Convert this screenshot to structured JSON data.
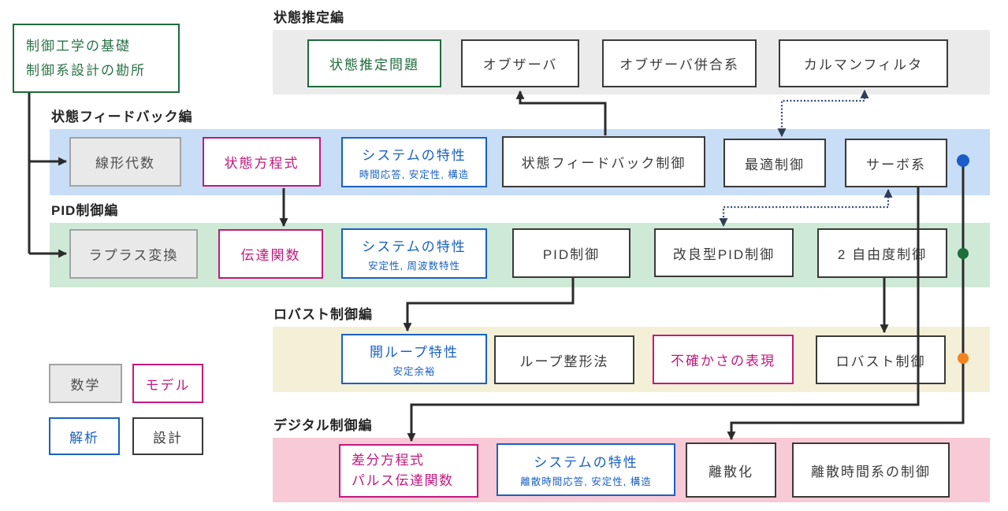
{
  "root_box": {
    "line1": "制御工学の基礎",
    "line2": "制御系設計の勘所"
  },
  "sections": [
    {
      "heading": "状態推定編",
      "band_color": "#ebebeb",
      "boxes": [
        {
          "label": "状態推定問題",
          "type": "basis"
        },
        {
          "label": "オブザーバ",
          "type": "design"
        },
        {
          "label": "オブザーバ併合系",
          "type": "design"
        },
        {
          "label": "カルマンフィルタ",
          "type": "design"
        }
      ]
    },
    {
      "heading": "状態フィードバック編",
      "band_color": "#c8ddf6",
      "boxes": [
        {
          "label": "線形代数",
          "type": "math"
        },
        {
          "label": "状態方程式",
          "type": "model"
        },
        {
          "label": "システムの特性",
          "sub": "時間応答, 安定性, 構造",
          "type": "analysis"
        },
        {
          "label": "状態フィードバック制御",
          "type": "design"
        },
        {
          "label": "最適制御",
          "type": "design"
        },
        {
          "label": "サーボ系",
          "type": "design"
        }
      ]
    },
    {
      "heading": "PID制御編",
      "band_color": "#cfe9d7",
      "boxes": [
        {
          "label": "ラプラス変換",
          "type": "math"
        },
        {
          "label": "伝達関数",
          "type": "model"
        },
        {
          "label": "システムの特性",
          "sub": "安定性, 周波数特性",
          "type": "analysis"
        },
        {
          "label": "PID制御",
          "type": "design"
        },
        {
          "label": "改良型PID制御",
          "type": "design"
        },
        {
          "label": "2 自由度制御",
          "type": "design"
        }
      ]
    },
    {
      "heading": "ロバスト制御編",
      "band_color": "#f4efd7",
      "boxes": [
        {
          "label": "開ループ特性",
          "sub": "安定余裕",
          "type": "analysis"
        },
        {
          "label": "ループ整形法",
          "type": "design"
        },
        {
          "label": "不確かさの表現",
          "type": "model"
        },
        {
          "label": "ロバスト制御",
          "type": "design"
        }
      ]
    },
    {
      "heading": "デジタル制御編",
      "band_color": "#f8cad7",
      "boxes": [
        {
          "label": "差分方程式",
          "label2": "パルス伝達関数",
          "type": "model"
        },
        {
          "label": "システムの特性",
          "sub": "離散時間応答, 安定性, 構造",
          "type": "analysis"
        },
        {
          "label": "離散化",
          "type": "design"
        },
        {
          "label": "離散時間系の制御",
          "type": "design"
        }
      ]
    }
  ],
  "legend": [
    {
      "label": "数学",
      "type": "math"
    },
    {
      "label": "モデル",
      "type": "model"
    },
    {
      "label": "解析",
      "type": "analysis"
    },
    {
      "label": "設計",
      "type": "design"
    }
  ],
  "colors": {
    "math_fill": "#e9e9e9",
    "math_border": "#a3a3a3",
    "model": "#c2197e",
    "analysis": "#1961c5",
    "basis_green": "#1e6b3a",
    "design_border": "#3a3a3a",
    "solid_wire": "#2b2b2b",
    "dotted_wire": "#2f4a73",
    "dot_blue": "#1b5cc8",
    "dot_green": "#1c6f38",
    "dot_orange": "#f5821e"
  }
}
